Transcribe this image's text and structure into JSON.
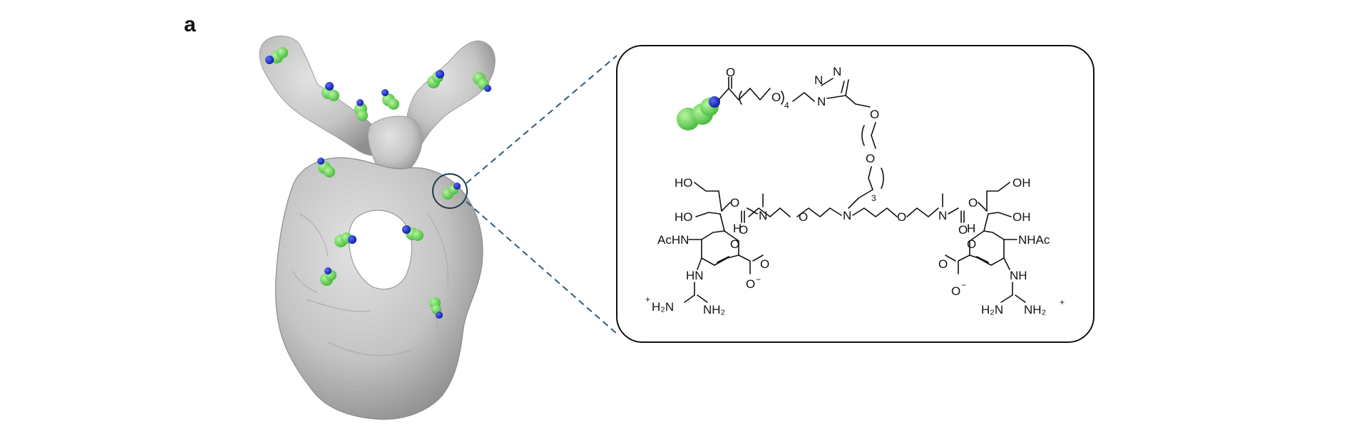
{
  "figure": {
    "panel_label": "a",
    "colors": {
      "protein_surface": "#c7c7c7",
      "protein_shade": "#9a9a9a",
      "ligand_green": "#6fdc5a",
      "ligand_blue": "#1a2fc8",
      "connector": "#2f5b7a",
      "inset_border": "#111111"
    },
    "chem": {
      "O_carbonyl_top": "O",
      "O_ether_1": "O",
      "n_peg": "4",
      "triazole_N1": "N",
      "triazole_N2": "N",
      "triazole_N3": "N",
      "O_linker_a": "O",
      "O_linker_b": "O",
      "n_chain": "3",
      "N_central": "N",
      "O_chain_left": "O",
      "O_chain_right": "O",
      "N_carbamate_left": "N",
      "N_carbamate_right": "N",
      "O_carb_left_ester": "O",
      "O_carb_left_co": "O",
      "O_carb_right_ester": "O",
      "O_carb_right_co": "O",
      "OH_top_left": "HO",
      "OH_mid_left": "HO",
      "OH_top_right": "OH",
      "OH_mid_right": "OH",
      "AcHN": "AcHN",
      "NHAc": "NHAc",
      "H_left": "H",
      "H_right": "H",
      "O_ring_left": "O",
      "O_ring_right": "O",
      "HN_left": "HN",
      "NH_right": "NH",
      "O_acid_left": "O",
      "O_minus_left": "O",
      "charge_minus_left": "−",
      "O_acid_right": "O",
      "O_minus_right": "O",
      "charge_minus_right": "−",
      "guan_left_H2N": "H₂N",
      "guan_left_NH2": "NH₂",
      "guan_left_plus": "+",
      "guan_right_H2N": "H₂N",
      "guan_right_NH2": "NH₂",
      "guan_right_plus": "+"
    }
  }
}
